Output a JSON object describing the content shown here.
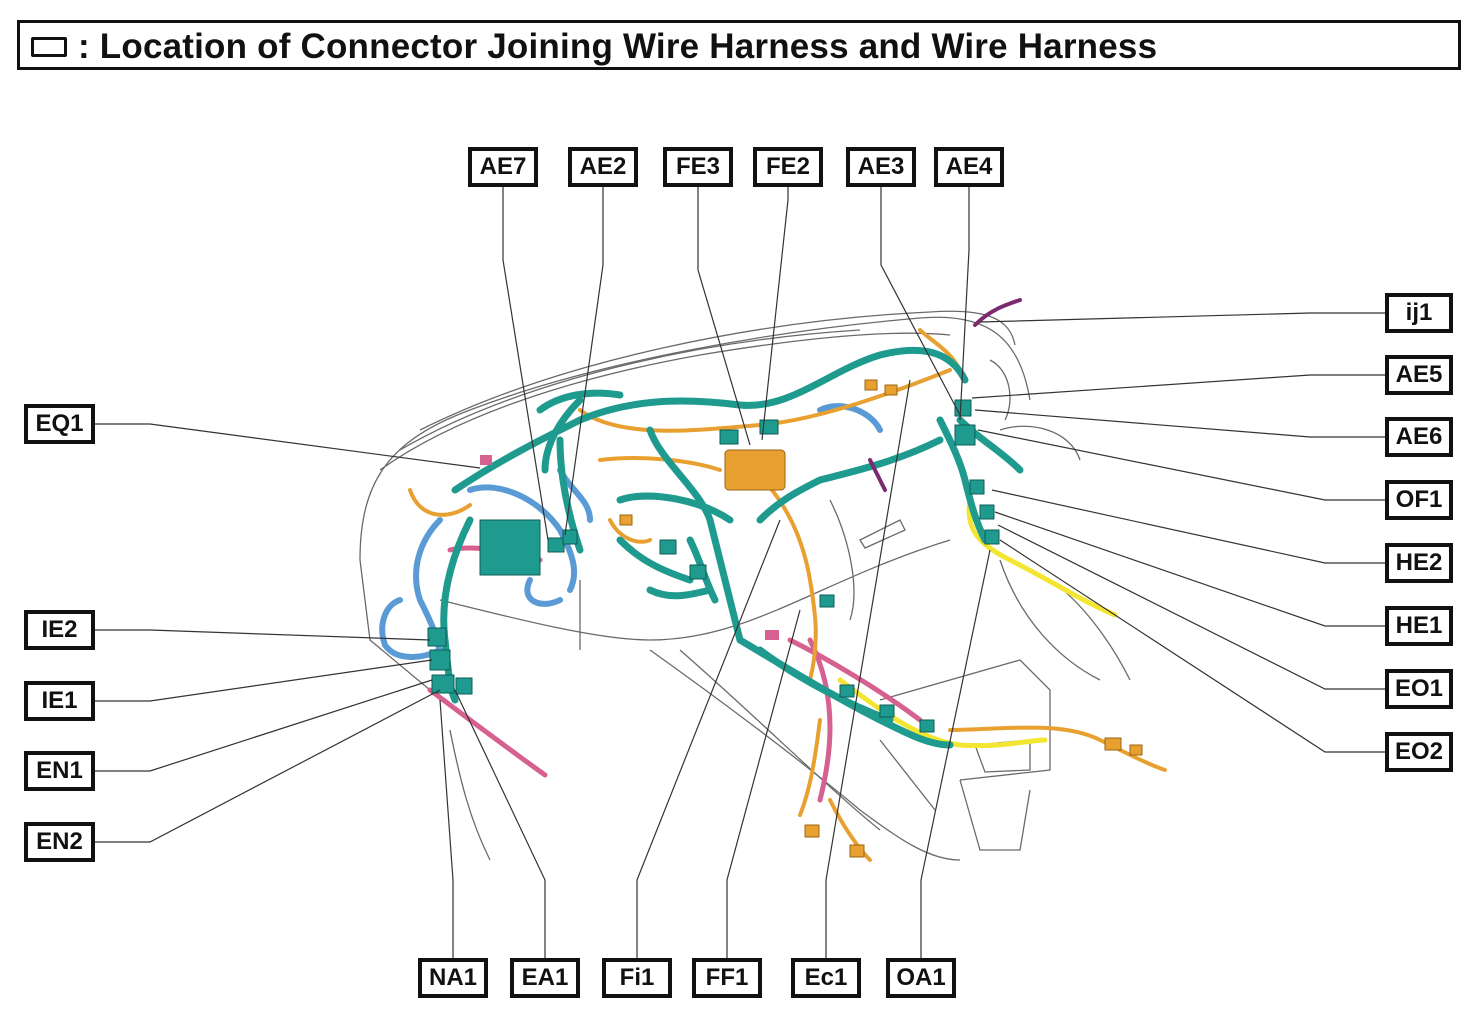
{
  "title": ": Location of Connector Joining Wire Harness and Wire Harness",
  "connectors": {
    "top": [
      "AE7",
      "AE2",
      "FE3",
      "FE2",
      "AE3",
      "AE4"
    ],
    "left": [
      "EQ1",
      "IE2",
      "IE1",
      "EN1",
      "EN2"
    ],
    "right": [
      "ij1",
      "AE5",
      "AE6",
      "OF1",
      "HE2",
      "HE1",
      "EO1",
      "EO2"
    ],
    "bottom": [
      "NA1",
      "EA1",
      "Fi1",
      "FF1",
      "Ec1",
      "OA1"
    ]
  },
  "colors": {
    "harness_main": "#1f9a8f",
    "harness_orange": "#e8a030",
    "harness_blue": "#5b9bd5",
    "harness_pink": "#d6608f",
    "harness_yellow": "#f2e632",
    "harness_purple": "#7a2a6e",
    "outline": "#555555"
  }
}
